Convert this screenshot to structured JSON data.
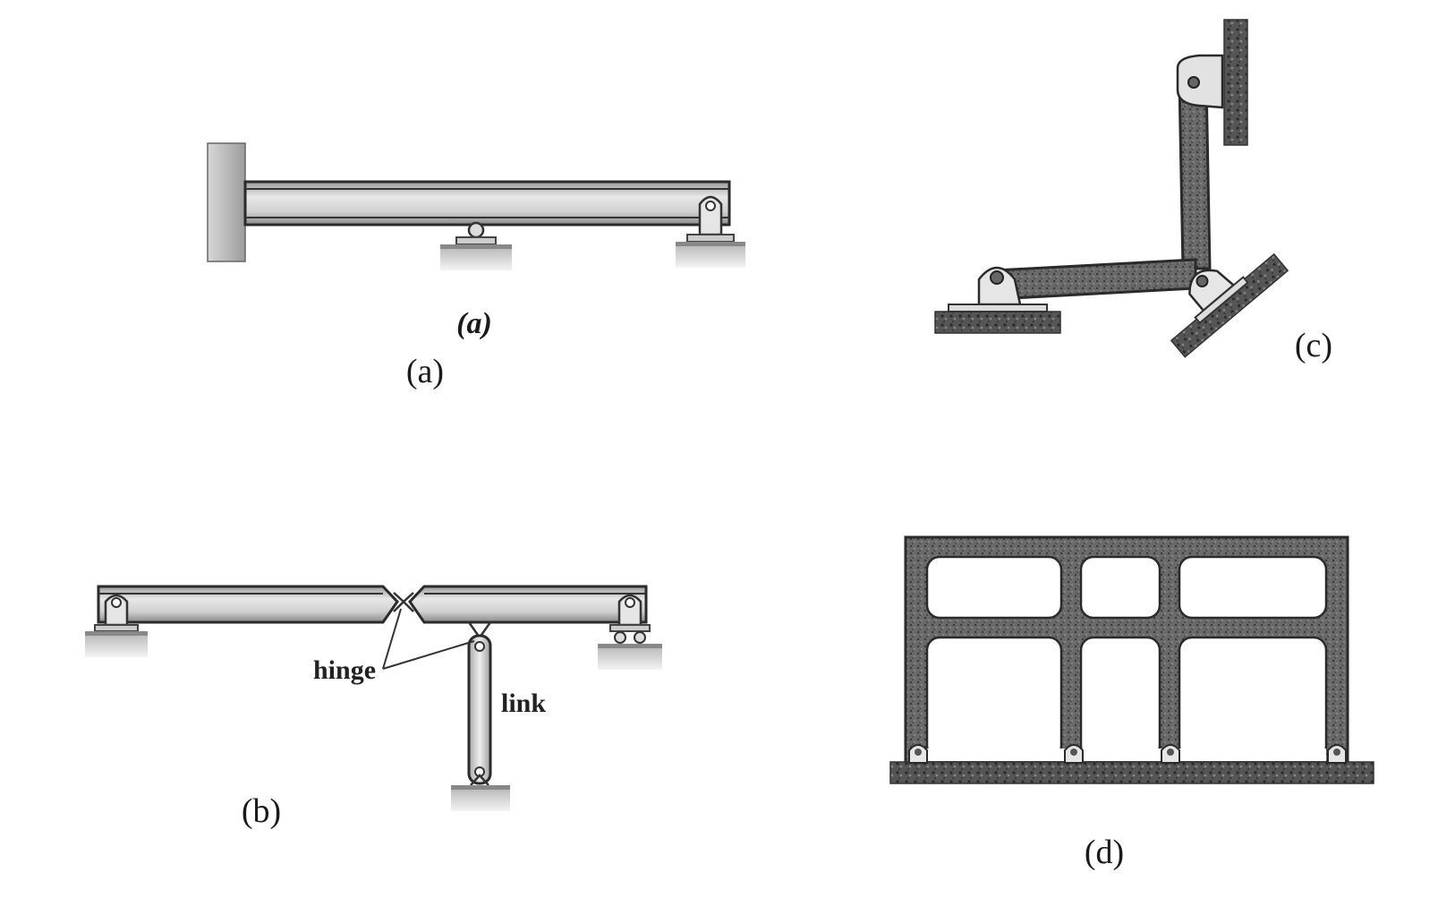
{
  "figures": {
    "a": {
      "caption_bold": "(a)",
      "caption": "(a)"
    },
    "b": {
      "caption": "(b)",
      "hinge_label": "hinge",
      "link_label": "link"
    },
    "c": {
      "caption": "(c)"
    },
    "d": {
      "caption": "(d)"
    }
  },
  "colors": {
    "ink": "#2a2a2a",
    "steel_light": "#e4e4e4",
    "steel_mid": "#b8b8b8",
    "ground": "#c9c9c9",
    "textured": "#5a5a5a"
  }
}
